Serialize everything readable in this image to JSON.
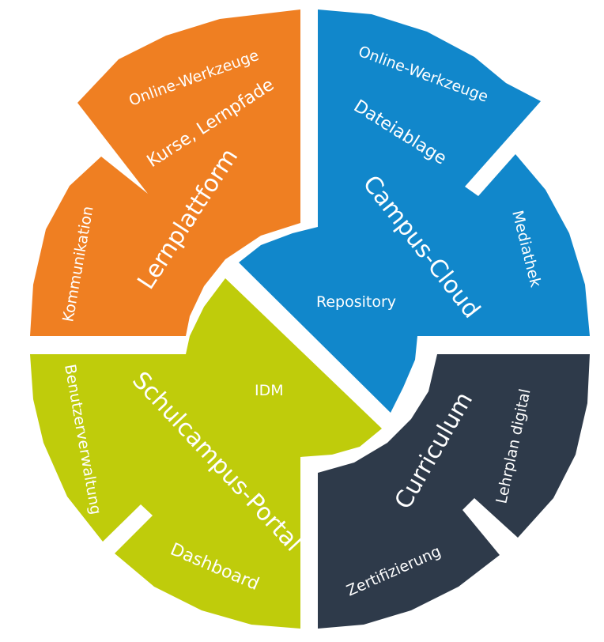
{
  "colors": {
    "orange": "#ef7f22",
    "blue": "#1187cb",
    "green": "#bfcc0b",
    "navy": "#2e3a4a",
    "text": "#ffffff",
    "background": "#ffffff"
  },
  "segments": {
    "lernplattform": {
      "title": "Lernplattform",
      "items": [
        "Online-Werkzeuge",
        "Kurse, Lernpfade"
      ],
      "side": "Kommunikation"
    },
    "campus_cloud": {
      "title": "Campus-Cloud",
      "items": [
        "Online-Werkzeuge",
        "Dateiablage"
      ],
      "side": "Mediathek",
      "center": "Repository"
    },
    "curriculum": {
      "title": "Curriculum",
      "side": "Lehrplan digital",
      "bottom": "Zertifizierung"
    },
    "schulcampus_portal": {
      "title": "Schulcampus-Portal",
      "center": "IDM",
      "side": "Benutzerverwaltung",
      "bottom": "Dashboard"
    }
  }
}
